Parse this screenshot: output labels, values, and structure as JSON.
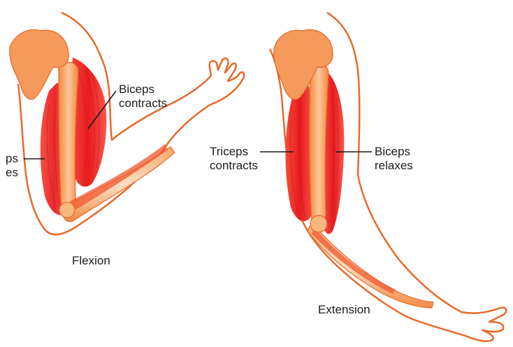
{
  "colors": {
    "outline": "#e8692b",
    "bone": "#f59a5a",
    "bone_light": "#fbd0a8",
    "muscle": "#f0282b",
    "muscle_dark": "#d9181c",
    "skin": "#ffffff"
  },
  "flexion": {
    "caption": "Flexion",
    "biceps_line1": "Biceps",
    "biceps_line2": "contracts",
    "triceps_line1": "ps",
    "triceps_line2": "es"
  },
  "extension": {
    "caption": "Extension",
    "triceps_line1": "Triceps",
    "triceps_line2": "contracts",
    "biceps_line1": "Biceps",
    "biceps_line2": "relaxes"
  }
}
